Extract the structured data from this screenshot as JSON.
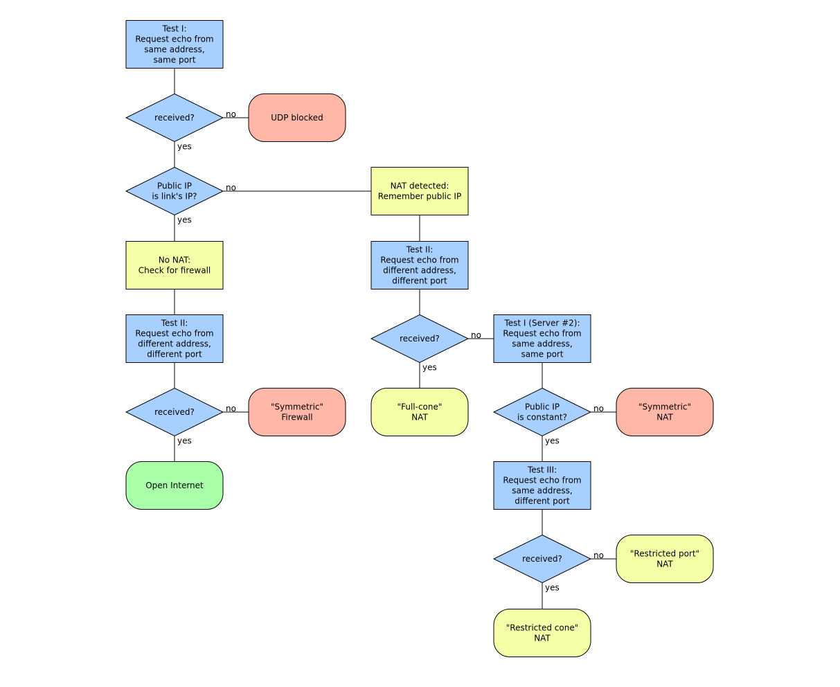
{
  "colors": {
    "test_box": "#a8d0ff",
    "decision": "#a8d0ff",
    "info_box": "#f5ffa8",
    "bad_result": "#ffb8a8",
    "nat_result": "#f5ffa8",
    "good_result": "#a8ffa8",
    "line": "#000000"
  },
  "nodes": [
    {
      "id": "test1",
      "kind": "rect",
      "color": "test_box",
      "lines": [
        "Test I:",
        "Request echo from",
        "same address,",
        "same port"
      ]
    },
    {
      "id": "received1",
      "kind": "diamond",
      "color": "decision",
      "lines": [
        "received?"
      ]
    },
    {
      "id": "udp_blocked",
      "kind": "rounded",
      "color": "bad_result",
      "lines": [
        "UDP blocked"
      ]
    },
    {
      "id": "public_ip_link",
      "kind": "diamond",
      "color": "decision",
      "lines": [
        "Public IP",
        "is link's IP?"
      ]
    },
    {
      "id": "nat_detected",
      "kind": "rect",
      "color": "info_box",
      "lines": [
        "NAT detected:",
        "Remember public IP"
      ]
    },
    {
      "id": "no_nat",
      "kind": "rect",
      "color": "info_box",
      "lines": [
        "No NAT:",
        "Check for firewall"
      ]
    },
    {
      "id": "test2_left",
      "kind": "rect",
      "color": "test_box",
      "lines": [
        "Test II:",
        "Request echo from",
        "different address,",
        "different port"
      ]
    },
    {
      "id": "test2_mid",
      "kind": "rect",
      "color": "test_box",
      "lines": [
        "Test II:",
        "Request echo from",
        "different address,",
        "different port"
      ]
    },
    {
      "id": "received_mid",
      "kind": "diamond",
      "color": "decision",
      "lines": [
        "received?"
      ]
    },
    {
      "id": "test1_server2",
      "kind": "rect",
      "color": "test_box",
      "lines": [
        "Test I (Server #2):",
        "Request echo from",
        "same address,",
        "same port"
      ]
    },
    {
      "id": "received_left",
      "kind": "diamond",
      "color": "decision",
      "lines": [
        "received?"
      ]
    },
    {
      "id": "symmetric_firewall",
      "kind": "rounded",
      "color": "bad_result",
      "lines": [
        "\"Symmetric\"",
        "Firewall"
      ]
    },
    {
      "id": "full_cone",
      "kind": "rounded",
      "color": "nat_result",
      "lines": [
        "\"Full-cone\"",
        "NAT"
      ]
    },
    {
      "id": "public_ip_constant",
      "kind": "diamond",
      "color": "decision",
      "lines": [
        "Public IP",
        "is constant?"
      ]
    },
    {
      "id": "symmetric_nat",
      "kind": "rounded",
      "color": "bad_result",
      "lines": [
        "\"Symmetric\"",
        "NAT"
      ]
    },
    {
      "id": "open_internet",
      "kind": "rounded",
      "color": "good_result",
      "lines": [
        "Open Internet"
      ]
    },
    {
      "id": "test3",
      "kind": "rect",
      "color": "test_box",
      "lines": [
        "Test III:",
        "Request echo from",
        "same address,",
        "different port"
      ]
    },
    {
      "id": "received_right",
      "kind": "diamond",
      "color": "decision",
      "lines": [
        "received?"
      ]
    },
    {
      "id": "restricted_port",
      "kind": "rounded",
      "color": "nat_result",
      "lines": [
        "\"Restricted port\"",
        "NAT"
      ]
    },
    {
      "id": "restricted_cone",
      "kind": "rounded",
      "color": "nat_result",
      "lines": [
        "\"Restricted cone\"",
        "NAT"
      ]
    }
  ],
  "edges": [
    {
      "from": "test1",
      "to": "received1",
      "label": ""
    },
    {
      "from": "received1",
      "to": "udp_blocked",
      "label": "no"
    },
    {
      "from": "received1",
      "to": "public_ip_link",
      "label": "yes"
    },
    {
      "from": "public_ip_link",
      "to": "nat_detected",
      "label": "no"
    },
    {
      "from": "public_ip_link",
      "to": "no_nat",
      "label": "yes"
    },
    {
      "from": "no_nat",
      "to": "test2_left",
      "label": ""
    },
    {
      "from": "test2_left",
      "to": "received_left",
      "label": ""
    },
    {
      "from": "received_left",
      "to": "symmetric_firewall",
      "label": "no"
    },
    {
      "from": "received_left",
      "to": "open_internet",
      "label": "yes"
    },
    {
      "from": "nat_detected",
      "to": "test2_mid",
      "label": ""
    },
    {
      "from": "test2_mid",
      "to": "received_mid",
      "label": ""
    },
    {
      "from": "received_mid",
      "to": "test1_server2",
      "label": "no"
    },
    {
      "from": "received_mid",
      "to": "full_cone",
      "label": "yes"
    },
    {
      "from": "test1_server2",
      "to": "public_ip_constant",
      "label": ""
    },
    {
      "from": "public_ip_constant",
      "to": "symmetric_nat",
      "label": "no"
    },
    {
      "from": "public_ip_constant",
      "to": "test3",
      "label": "yes"
    },
    {
      "from": "test3",
      "to": "received_right",
      "label": ""
    },
    {
      "from": "received_right",
      "to": "restricted_port",
      "label": "no"
    },
    {
      "from": "received_right",
      "to": "restricted_cone",
      "label": "yes"
    }
  ]
}
